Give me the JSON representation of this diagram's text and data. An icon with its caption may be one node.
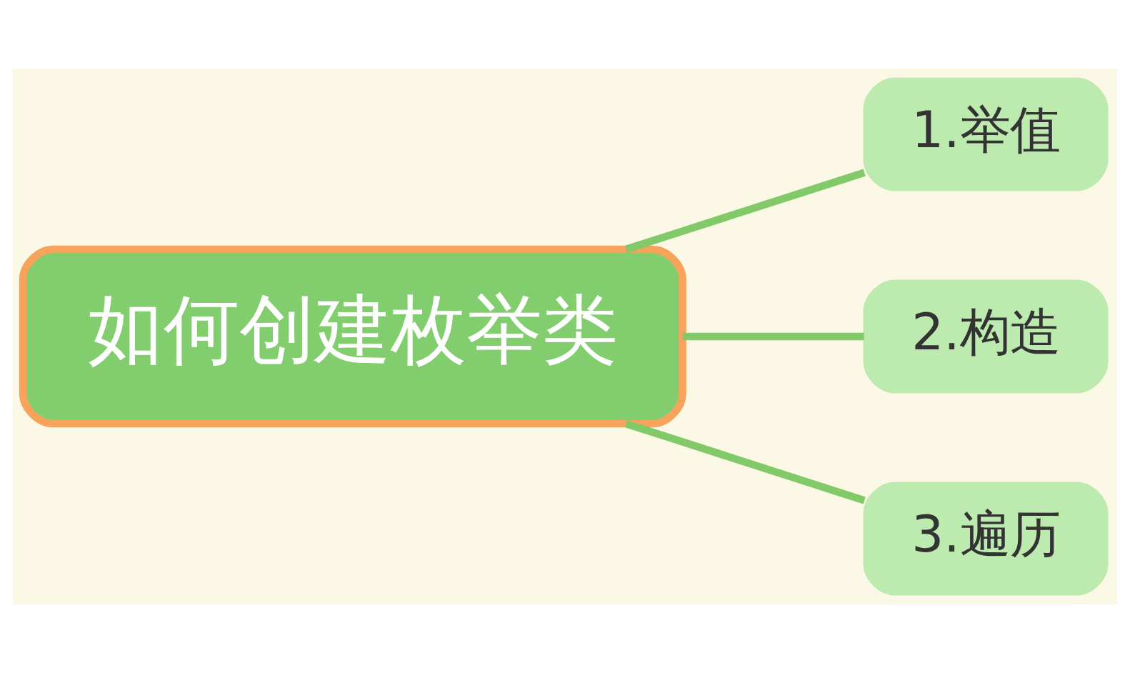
{
  "diagram": {
    "nodes": [
      {
        "text": [
          "如何创建枚举类"
        ]
      },
      {
        "text": [
          "1.举值"
        ]
      },
      {
        "text": [
          "2.构造"
        ]
      },
      {
        "text": [
          "3.遍历"
        ]
      }
    ],
    "edges": [
      {
        "from": 0,
        "to": 1,
        "arrow": "none"
      },
      {
        "from": 0,
        "to": 2,
        "arrow": "none"
      },
      {
        "from": 0,
        "to": 3,
        "arrow": "none"
      }
    ]
  }
}
